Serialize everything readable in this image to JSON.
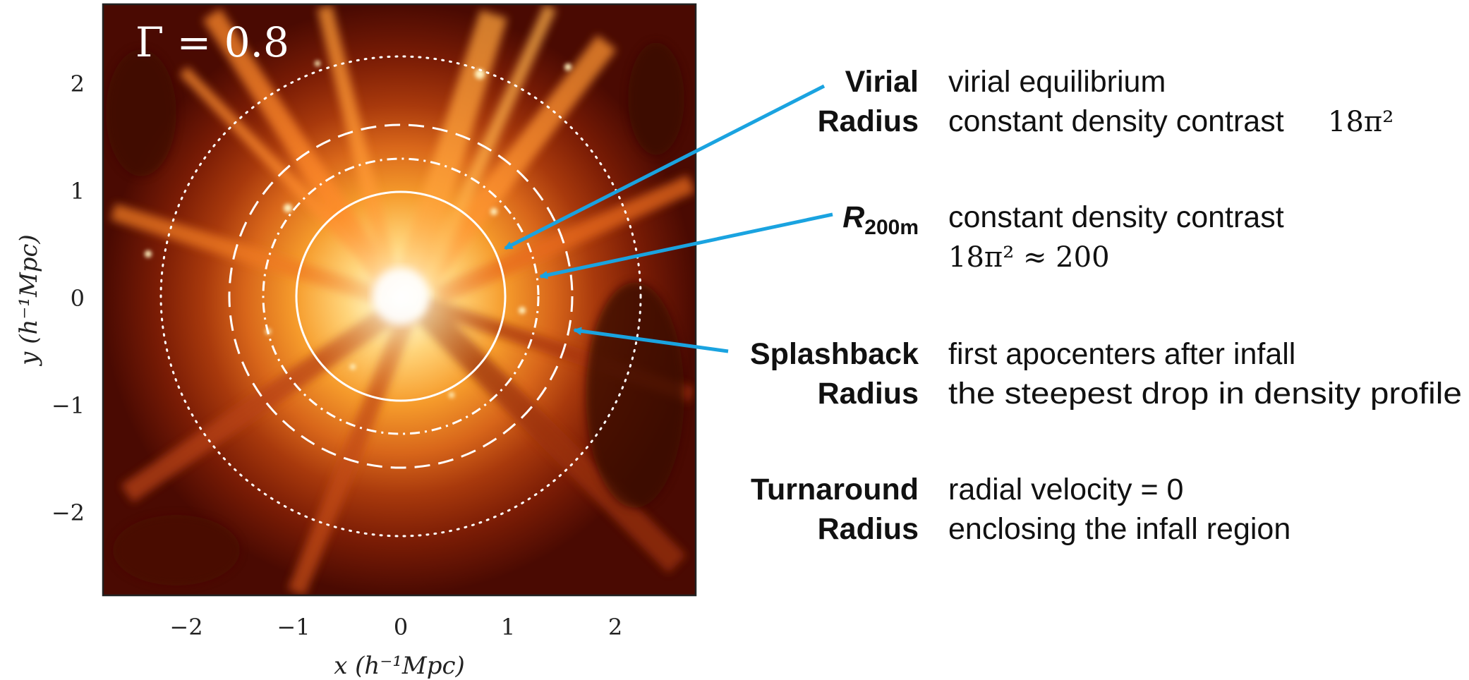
{
  "panel": {
    "gamma_label": "Γ = 0.8",
    "x_axis_label": "x (h⁻¹Mpc)",
    "y_axis_label": "y (h⁻¹Mpc)",
    "x_ticks": [
      "−2",
      "−1",
      "0",
      "1",
      "2"
    ],
    "y_ticks": [
      "2",
      "1",
      "0",
      "−1",
      "−2"
    ]
  },
  "annotations": [
    {
      "term_line1": "Virial",
      "term_line2": "Radius",
      "desc_line1": "virial equilibrium",
      "desc_line2": "constant density contrast",
      "desc_line2_math": "18π²",
      "circle_style": "solid"
    },
    {
      "term_symbol": "R",
      "term_subscript": "200m",
      "desc_line1": "constant density contrast",
      "desc_line2_math": "18π² ≈ 200",
      "circle_style": "dash-dot"
    },
    {
      "term_line1": "Splashback",
      "term_line2": "Radius",
      "desc_line1": "first apocenters after infall",
      "desc_line2": "the steepest drop in density profile",
      "circle_style": "dashed"
    },
    {
      "term_line1": "Turnaround",
      "term_line2": "Radius",
      "desc_line1": "radial velocity = 0",
      "desc_line2": "enclosing the infall region",
      "circle_style": "dotted"
    }
  ],
  "colors": {
    "arrow": "#1aa3e0",
    "circle": "#ffffff",
    "halo_core": "#fff6d0",
    "halo_mid": "#f7a233",
    "background": "#5a0d02"
  }
}
